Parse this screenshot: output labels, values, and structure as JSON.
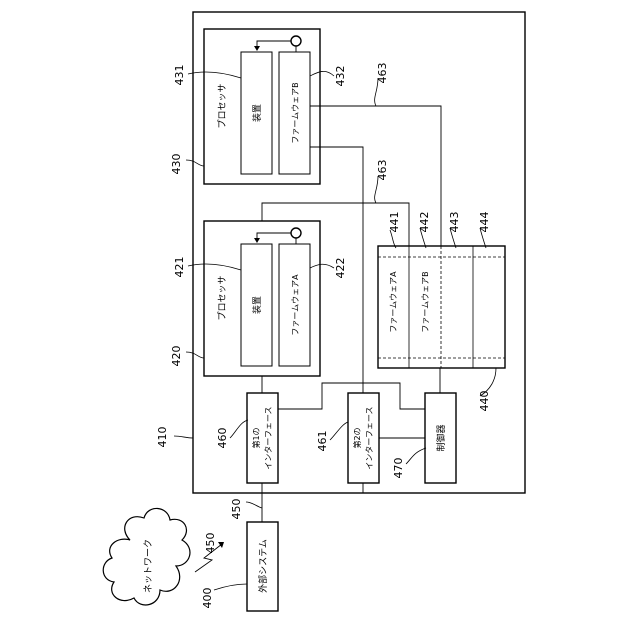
{
  "refs": {
    "r400": "400",
    "r410": "410",
    "r420": "420",
    "r421": "421",
    "r422": "422",
    "r430": "430",
    "r431": "431",
    "r432": "432",
    "r440": "440",
    "r441": "441",
    "r442": "442",
    "r443": "443",
    "r444": "444",
    "r450a": "450",
    "r450b": "450",
    "r460": "460",
    "r461": "461",
    "r463a": "463",
    "r463b": "463",
    "r470": "470"
  },
  "labels": {
    "processor_top": "プロセッサ",
    "device_top": "装置",
    "firmware_b_top": "ファームウェアB",
    "processor_bottom": "プロセッサ",
    "device_bottom": "装置",
    "firmware_a_bottom": "ファームウェアA",
    "storage_firmware_a": "ファームウェアA",
    "storage_firmware_b": "ファームウェアB",
    "first_interface_line1": "第1の",
    "first_interface_line2": "インターフェース",
    "second_interface_line1": "第2の",
    "second_interface_line2": "インターフェース",
    "controller": "制御器",
    "external_system": "外部システム",
    "network": "ネットワーク"
  }
}
